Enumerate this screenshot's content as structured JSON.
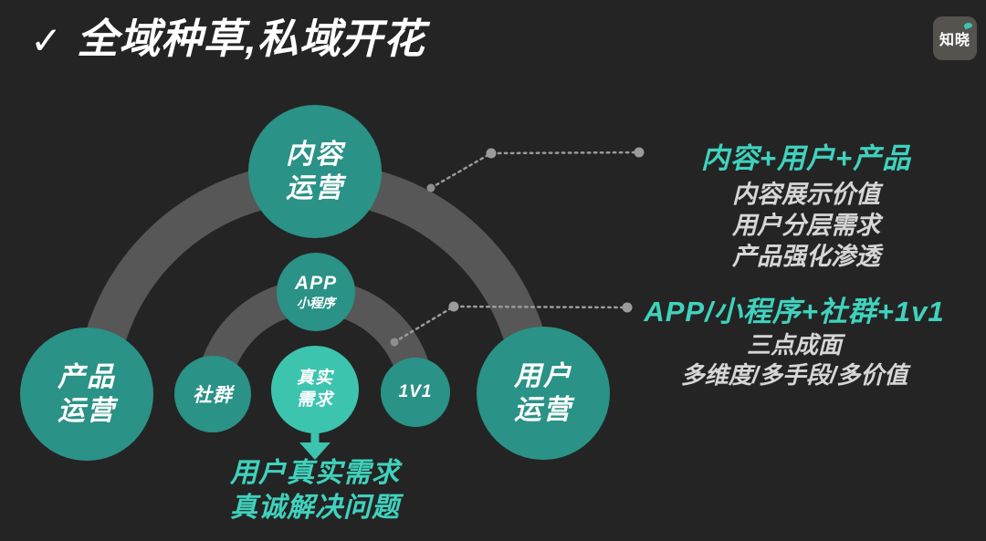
{
  "title": {
    "check_icon": "✓",
    "text": "全域种草,私域开花"
  },
  "logo": {
    "text": "知晓"
  },
  "diagram": {
    "circles": {
      "content": {
        "line1": "内容",
        "line2": "运营"
      },
      "app": {
        "line1": "APP",
        "line2": "小程序"
      },
      "product": {
        "line1": "产品",
        "line2": "运营"
      },
      "community": {
        "label": "社群"
      },
      "need": {
        "line1": "真实",
        "line2": "需求"
      },
      "one_v_one": {
        "label": "1V1"
      },
      "user": {
        "line1": "用户",
        "line2": "运营"
      }
    },
    "bottom_note": {
      "line1": "用户真实需求",
      "line2": "真诚解决问题"
    }
  },
  "annotations": {
    "first": {
      "heading": "内容+用户+产品",
      "line1": "内容展示价值",
      "line2": "用户分层需求",
      "line3": "产品强化渗透"
    },
    "second": {
      "heading": "APP/小程序+社群+1v1",
      "line1": "三点成面",
      "line2": "多维度/多手段/多价值"
    }
  },
  "colors": {
    "background": "#242424",
    "arc_gray": "#575757",
    "circle_teal": "#2a9286",
    "bright_teal": "#3cc4af",
    "accent_text_teal": "#3fd2bd",
    "body_text": "#d6d6d6",
    "title_text": "#ffffff",
    "dotted_line": "#9b9b9b",
    "logo_bg": "#55534e"
  }
}
